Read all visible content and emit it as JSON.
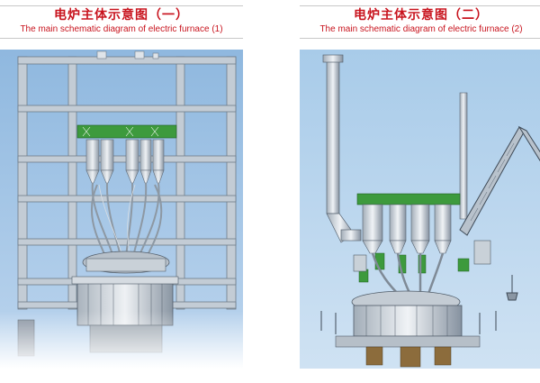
{
  "panels": [
    {
      "title_cn": "电炉主体示意图（一）",
      "title_en": "The main schematic diagram of electric furnace (1)"
    },
    {
      "title_cn": "电炉主体示意图（二）",
      "title_en": "The main schematic diagram of electric furnace (2)"
    }
  ],
  "colors": {
    "caption_red": "#c8141e",
    "sky_blue": "#9ec3e6",
    "steel_gray": "#8e9aa6",
    "equipment_green": "#3d9a3d"
  }
}
